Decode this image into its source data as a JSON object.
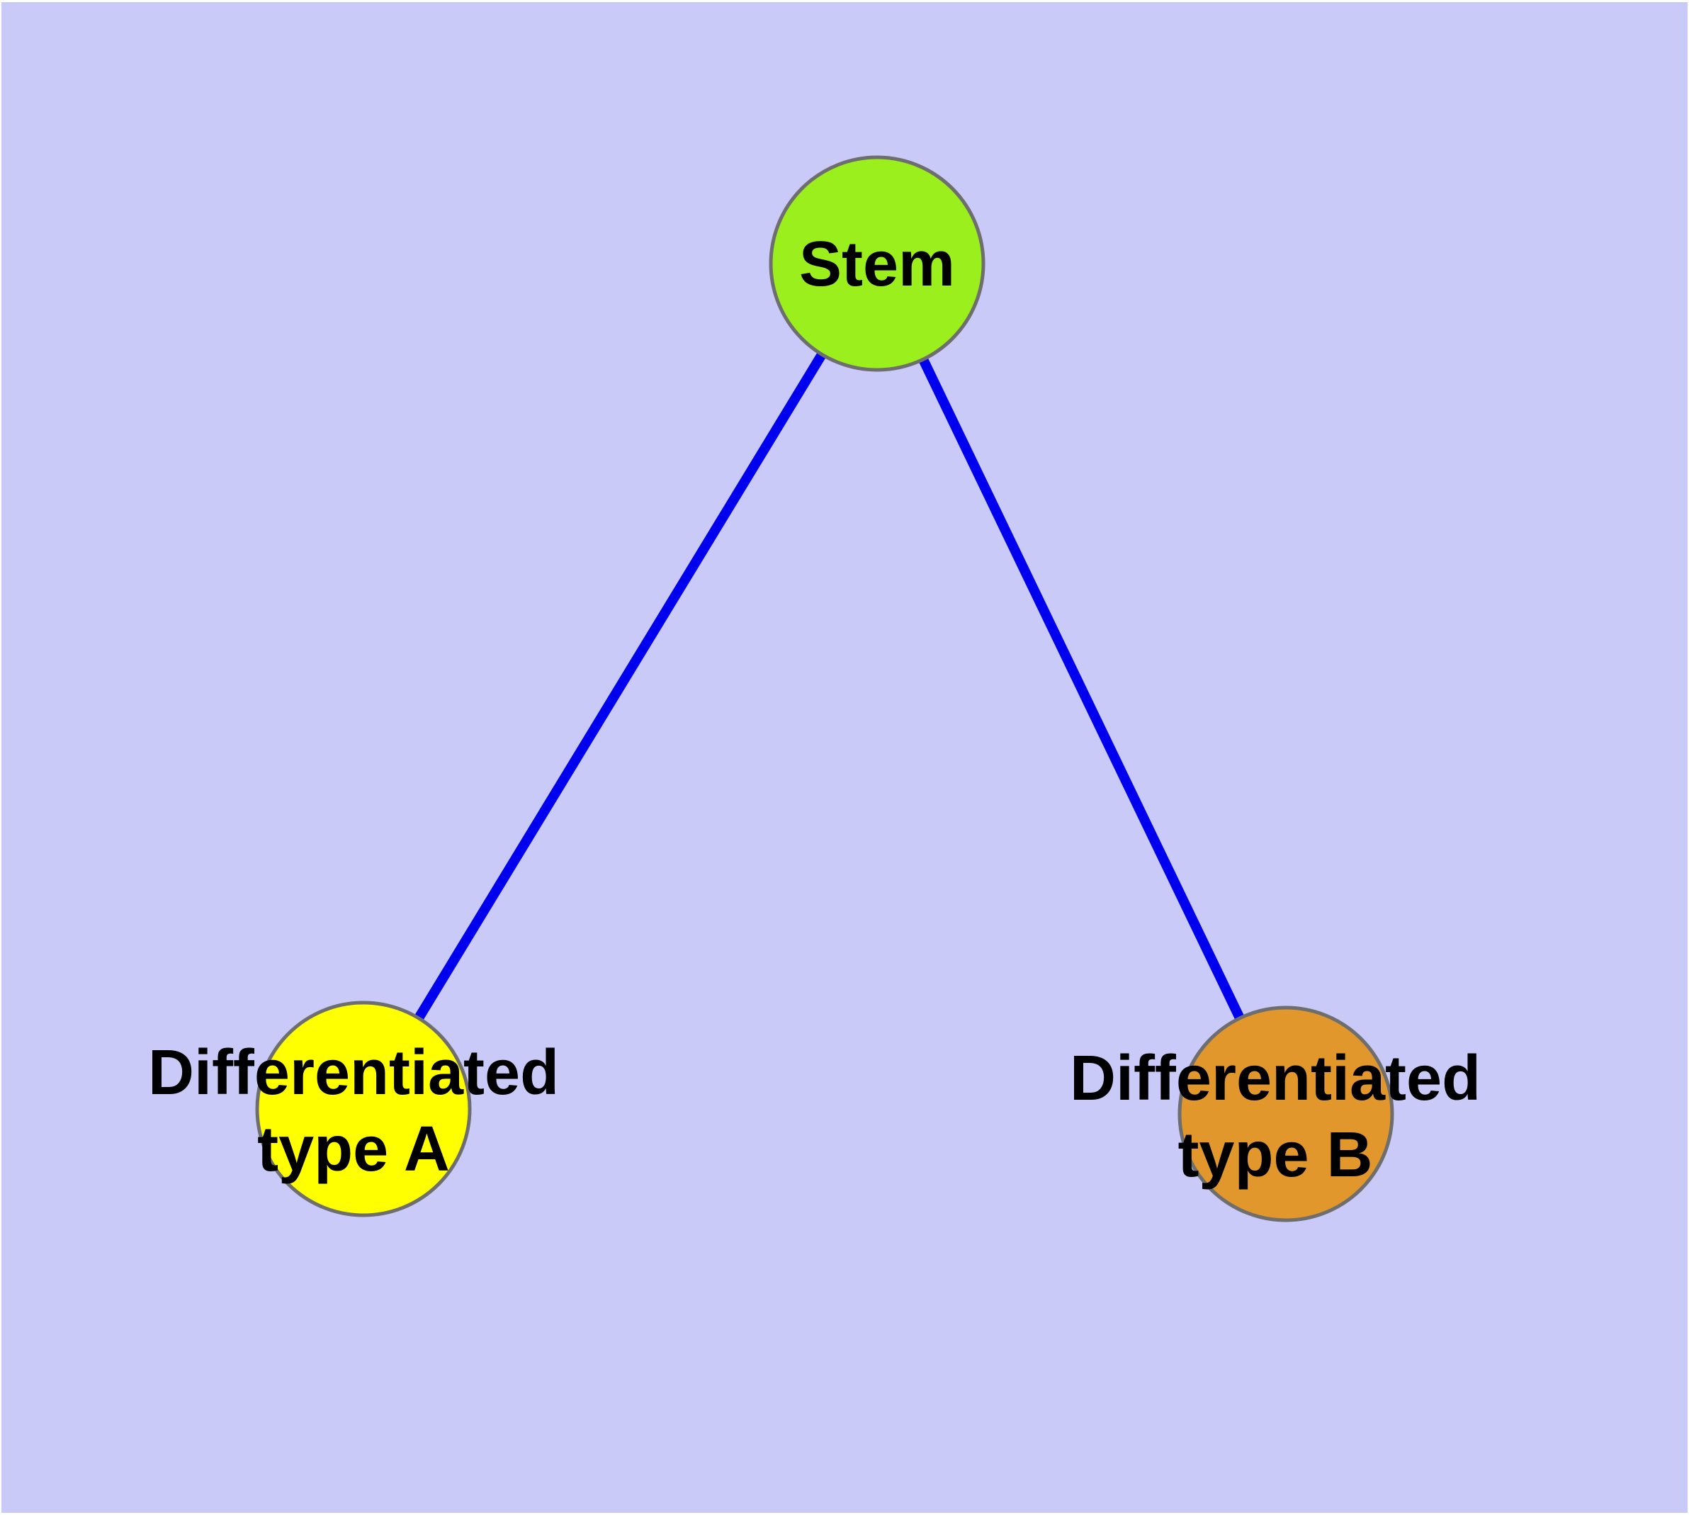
{
  "canvas": {
    "page_background": "#FFFFFF",
    "background": "#CACAF8"
  },
  "graph": {
    "edge_color": "#0000EE",
    "node_border_color": "#6E6E6E",
    "label_color": "#000000",
    "nodes": [
      {
        "id": "stem",
        "label": "Stem",
        "color": "#9AEF1C"
      },
      {
        "id": "type-a",
        "label_line1": "Differentiated",
        "label_line2": "type A",
        "color": "#FFFF00"
      },
      {
        "id": "type-b",
        "label_line1": "Differentiated",
        "label_line2": "type B",
        "color": "#E1972C"
      }
    ],
    "edges": [
      {
        "from": "stem",
        "to": "type-a"
      },
      {
        "from": "stem",
        "to": "type-b"
      }
    ]
  }
}
